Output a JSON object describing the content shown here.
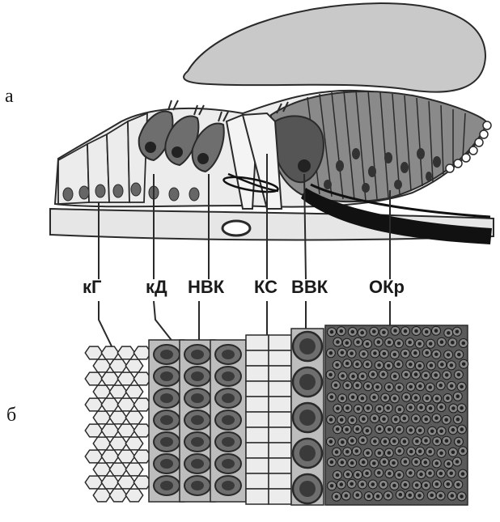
{
  "panels": {
    "top_letter": "а",
    "bottom_letter": "б"
  },
  "labels": [
    "кГ",
    "кД",
    "НВК",
    "КС",
    "ВВК",
    "ОКр"
  ],
  "colors": {
    "tectorial": "#c9c9c9",
    "outline": "#2a2a2a",
    "light_cell": "#ececec",
    "mid_cell": "#bdbdbd",
    "dark_cell": "#6e6e6e",
    "nucleus": "#3a3a3a",
    "black": "#111111"
  }
}
